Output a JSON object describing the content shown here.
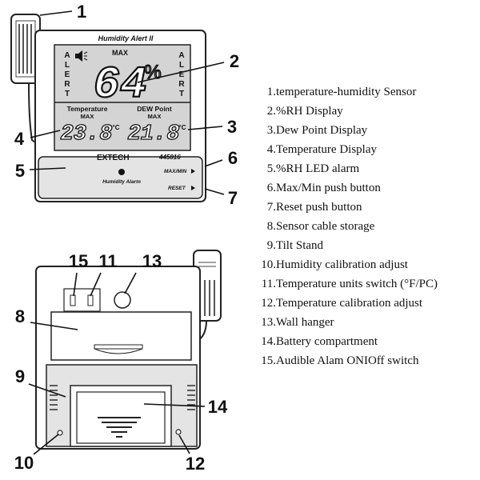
{
  "device": {
    "model_title": "Humidity Alert II",
    "max_label": "MAX",
    "alert_word": "ALERT",
    "rh_value": "64",
    "percent": "%",
    "temp_label": "Temperature",
    "temp_value": "23.8",
    "dew_label": "DEW Point",
    "dew_value": "21.8",
    "unit": "°C",
    "brand": "EXTECH",
    "model_number": "445816",
    "humidity_alarm_label": "Humidity Alarm",
    "maxmin_label": "MAX/MIN",
    "reset_label": "RESET"
  },
  "callouts": [
    "1",
    "2",
    "3",
    "4",
    "5",
    "6",
    "7",
    "8",
    "9",
    "10",
    "11",
    "12",
    "13",
    "14",
    "15"
  ],
  "legend": [
    {
      "num": "1.",
      "text": "temperature-humidity Sensor"
    },
    {
      "num": "2.",
      "text": "%RH Display"
    },
    {
      "num": "3.",
      "text": "Dew Point Display"
    },
    {
      "num": "4.",
      "text": "Temperature Display"
    },
    {
      "num": "5.",
      "text": "%RH LED alarm"
    },
    {
      "num": "6.",
      "text": "Max/Min push button"
    },
    {
      "num": "7.",
      "text": "Reset push button"
    },
    {
      "num": "8.",
      "text": "Sensor cable storage"
    },
    {
      "num": "9.",
      "text": "Tilt Stand"
    },
    {
      "num": "10.",
      "text": "Humidity calibration adjust"
    },
    {
      "num": "11.",
      "text": "Temperature units switch (°F/PC)"
    },
    {
      "num": "12.",
      "text": "Temperature calibration adjust"
    },
    {
      "num": "13.",
      "text": "Wall hanger"
    },
    {
      "num": "14.",
      "text": "Battery compartment"
    },
    {
      "num": "15.",
      "text": "Audible Alam ONIOff switch"
    }
  ]
}
